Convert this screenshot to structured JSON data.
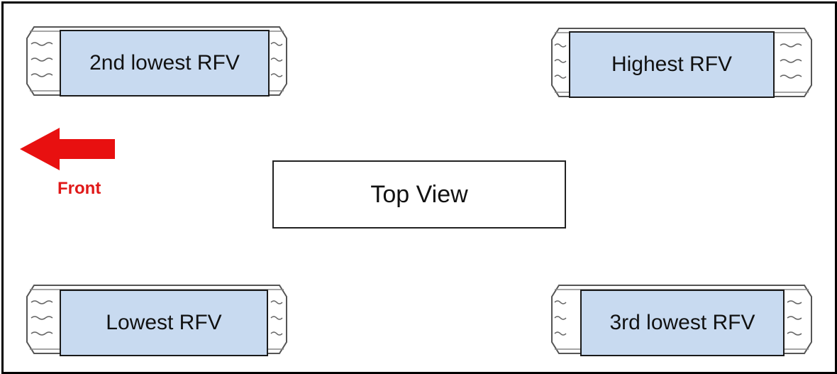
{
  "diagram": {
    "tires": [
      {
        "id": "front-left",
        "label": "2nd lowest RFV"
      },
      {
        "id": "rear-left",
        "label": "Highest RFV"
      },
      {
        "id": "front-right",
        "label": "Lowest RFV"
      },
      {
        "id": "rear-right",
        "label": "3rd lowest RFV"
      }
    ],
    "center_label": "Top View",
    "direction_label": "Front",
    "colors": {
      "tire_fill": "#c8daf0",
      "tire_outline": "#1a1a1a",
      "arrow": "#e81010",
      "front_text": "#e01818"
    },
    "icons": {
      "direction": "left-arrow-icon"
    }
  }
}
